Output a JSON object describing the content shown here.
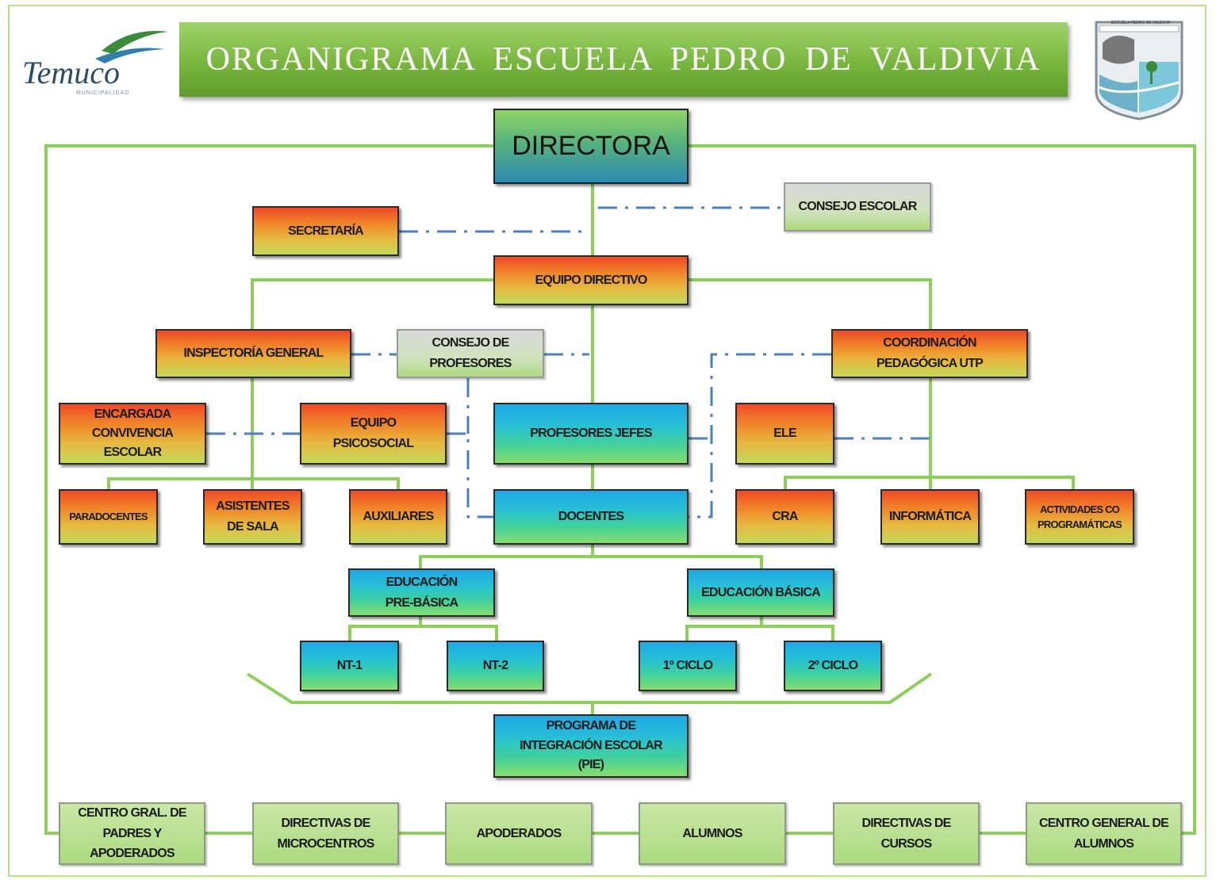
{
  "header": {
    "title": "ORGANIGRAMA ESCUELA PEDRO DE VALDIVIA",
    "logo_left_text": "Temuco",
    "logo_left_subtitle": "MUNICIPALIDAD",
    "crest_label": "ESCUELA PEDRO DE VALDIVIA"
  },
  "nodes": {
    "directora": "DIRECTORA",
    "secretaria": "SECRETARÍA",
    "consejo_escolar": "CONSEJO ESCOLAR",
    "equipo_directivo": "EQUIPO DIRECTIVO",
    "inspectoria_general": "INSPECTORÍA GENERAL",
    "consejo_profesores": "CONSEJO DE\nPROFESORES",
    "coordinacion_utp": "COORDINACIÓN\nPEDAGÓGICA UTP",
    "encargada_convivencia": "ENCARGADA\nCONVIVENCIA\nESCOLAR",
    "equipo_psicosocial": "EQUIPO\nPSICOSOCIAL",
    "profesores_jefes": "PROFESORES JEFES",
    "ele": "ELE",
    "paradocentes": "PARADOCENTES",
    "asistentes_sala": "ASISTENTES\nDE SALA",
    "auxiliares": "AUXILIARES",
    "docentes": "DOCENTES",
    "cra": "CRA",
    "informatica": "INFORMÁTICA",
    "actividades_coprogramaticas": "ACTIVIDADES CO\nPROGRAMÁTICAS",
    "educacion_prebasica": "EDUCACIÓN\nPRE-BÁSICA",
    "educacion_basica": "EDUCACIÓN BÁSICA",
    "nt1": "NT-1",
    "nt2": "NT-2",
    "ciclo1": "1º CICLO",
    "ciclo2": "2º CICLO",
    "pie": "PROGRAMA DE\nINTEGRACIÓN ESCOLAR\n(PIE)",
    "centro_padres": "CENTRO GRAL. DE\nPADRES Y\nAPODERADOS",
    "directivas_microcentros": "DIRECTIVAS DE\nMICROCENTROS",
    "apoderados": "APODERADOS",
    "alumnos": "ALUMNOS",
    "directivas_cursos": "DIRECTIVAS DE\nCURSOS",
    "centro_alumnos": "CENTRO GENERAL DE\nALUMNOS"
  },
  "colors": {
    "line_green": "#8ccf5a",
    "dash_blue": "#4a7fc1",
    "title_green": "#79b63f"
  }
}
